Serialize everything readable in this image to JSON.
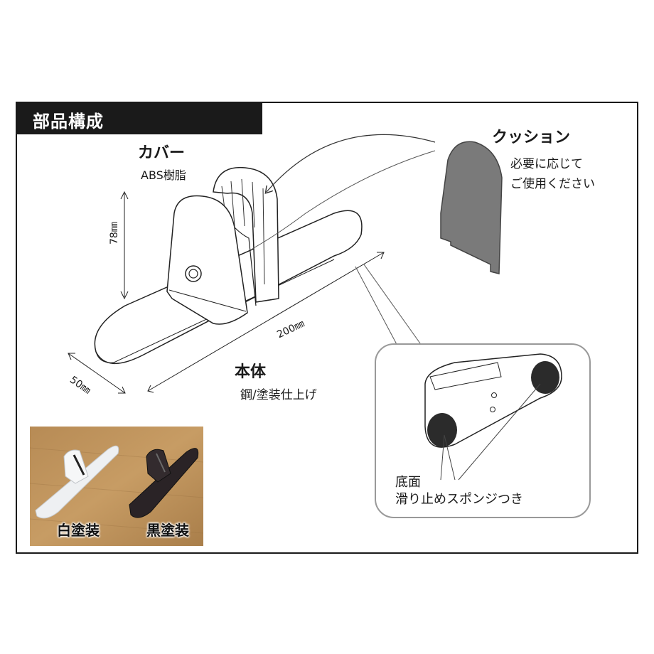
{
  "section_title": "部品構成",
  "cover": {
    "title": "カバー",
    "material": "ABS樹脂"
  },
  "cushion": {
    "title": "クッション",
    "note_line1": "必要に応じて",
    "note_line2": "ご使用ください"
  },
  "body_part": {
    "title": "本体",
    "finish": "鋼/塗装仕上げ"
  },
  "dimensions": {
    "height": "78㎜",
    "length": "200㎜",
    "width": "50㎜"
  },
  "bottom": {
    "line1": "底面",
    "line2": "滑り止めスポンジつき"
  },
  "photo": {
    "white_label": "白塗装",
    "black_label": "黒塗装"
  }
}
